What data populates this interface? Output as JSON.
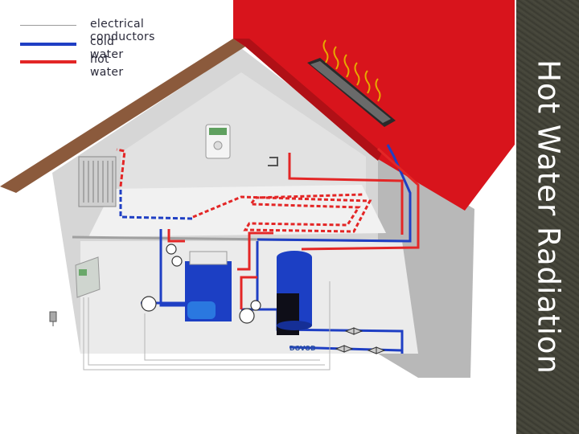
{
  "title": "Hot Water Radiation",
  "legend": [
    {
      "label": "electrical conductors",
      "color": "#9a9a9a"
    },
    {
      "label": "cold water",
      "color": "#1f3fc4"
    },
    {
      "label": "hot water",
      "color": "#e32626"
    }
  ],
  "labels": {
    "dovod": "DOVOD"
  },
  "colors": {
    "roof": "#d8141c",
    "wall": "#d4d4d4",
    "sun": "#f5c400",
    "boiler": "#1c3fc4",
    "panel": "#3f3f35"
  }
}
